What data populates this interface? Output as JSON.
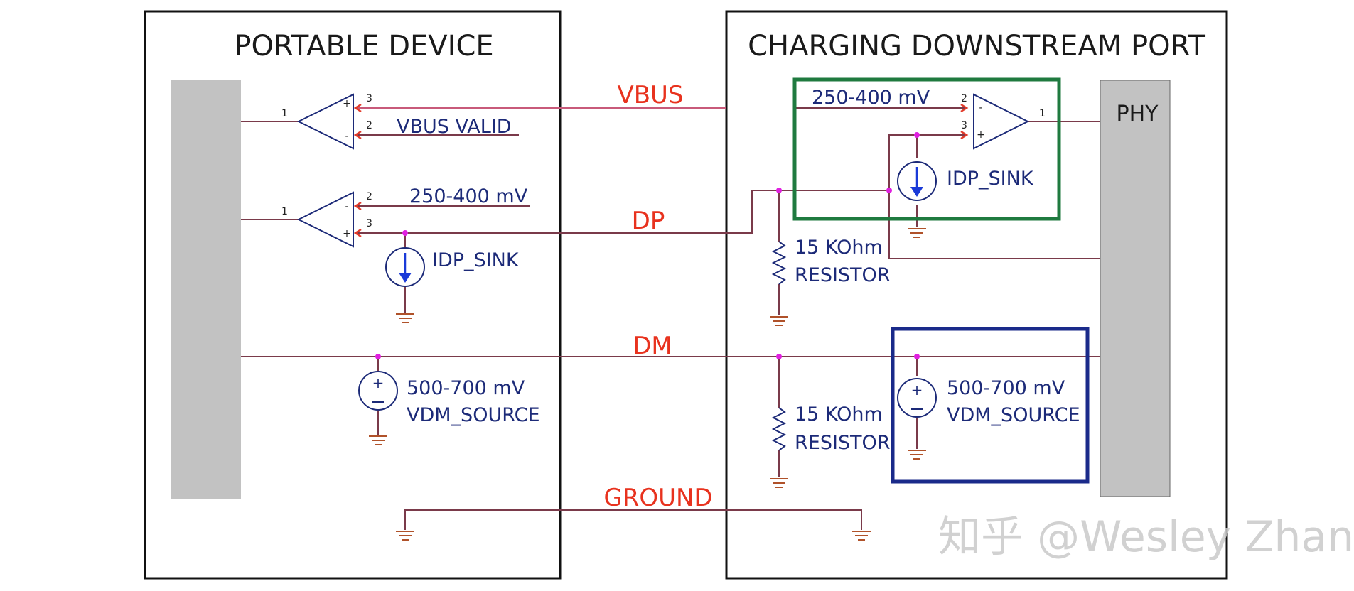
{
  "blocks": {
    "portable_device": "PORTABLE DEVICE",
    "charging_port": "CHARGING DOWNSTREAM PORT",
    "phy": "PHY"
  },
  "signals": {
    "vbus": "VBUS",
    "dp": "DP",
    "dm": "DM",
    "ground": "GROUND"
  },
  "labels": {
    "vbus_valid": "VBUS VALID",
    "ref_voltage_left": "250-400 mV",
    "ref_voltage_right": "250-400 mV",
    "idp_sink_left": "IDP_SINK",
    "idp_sink_right": "IDP_SINK",
    "vdm_voltage_left": "500-700 mV",
    "vdm_source_left": "VDM_SOURCE",
    "vdm_voltage_right": "500-700 mV",
    "vdm_source_right": "VDM_SOURCE",
    "resistor_value_top": "15 KOhm",
    "resistor_name_top": "RESISTOR",
    "resistor_value_bottom": "15 KOhm",
    "resistor_name_bottom": "RESISTOR"
  },
  "pins": {
    "comp1_in_top": "3",
    "comp1_in_bottom": "2",
    "comp1_out": "1",
    "comp2_in_top": "2",
    "comp2_in_bottom": "3",
    "comp2_out": "1",
    "comp3_in_top": "2",
    "comp3_in_bottom": "3",
    "comp3_out": "1"
  },
  "watermark": "知乎 @Wesley Zhang",
  "colors": {
    "wire": "#7a3a4a",
    "signal_text": "#e8321e",
    "label_text": "#1c2a78",
    "green_box": "#1f7a3f",
    "blue_box": "#1a2a8a",
    "phy_fill": "#c2c2c2",
    "junction": "#e020e0"
  }
}
